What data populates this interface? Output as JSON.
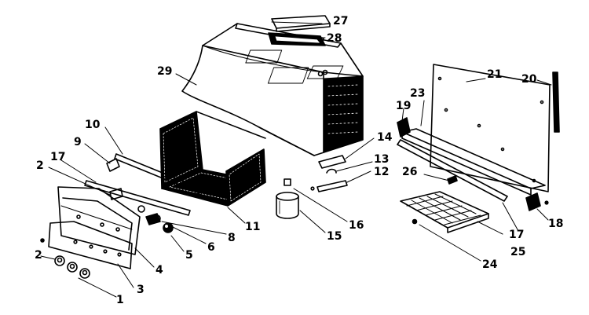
{
  "colors": {
    "ink": "#000000",
    "paper": "#ffffff"
  },
  "callouts": {
    "l1": "1",
    "l2a": "2",
    "l2b": "2",
    "l3": "3",
    "l4": "4",
    "l5": "5",
    "l6": "6",
    "l8": "8",
    "l9": "9",
    "l10": "10",
    "l11": "11",
    "l12": "12",
    "l13": "13",
    "l14": "14",
    "l15": "15",
    "l16": "16",
    "l17a": "17",
    "l17b": "17",
    "l18": "18",
    "l19": "19",
    "l20": "20",
    "l21": "21",
    "l23": "23",
    "l24": "24",
    "l25": "25",
    "l26": "26",
    "l27": "27",
    "l28": "28",
    "l29": "29"
  }
}
